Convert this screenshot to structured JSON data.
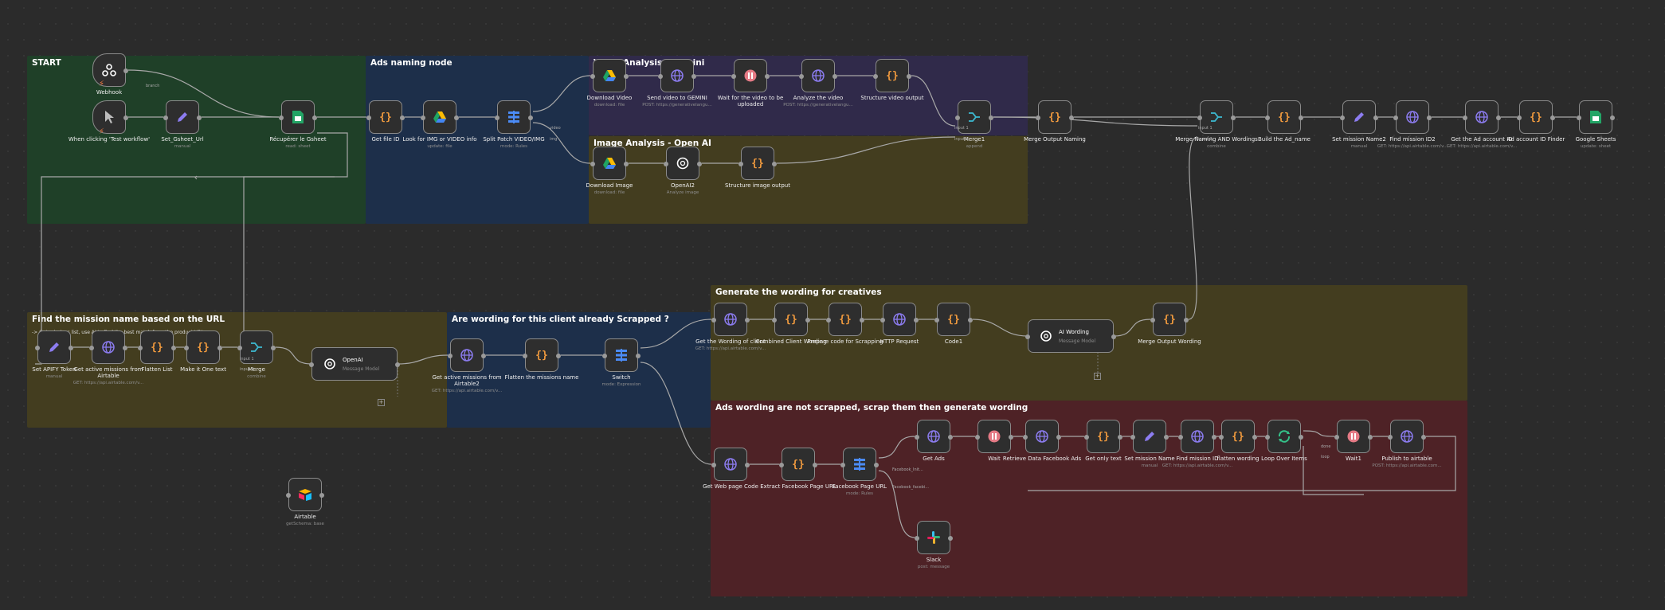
{
  "colors": {
    "stickyGreen": "#1f4028",
    "stickyBlue": "#1d2f4a",
    "stickyPurple": "#302a4a",
    "stickyOlive": "#433d1f",
    "stickyRed": "#4e2226",
    "wire": "#a8a8a8",
    "nodeBorder": "#8a8a8a"
  },
  "stickies": [
    {
      "title": "START",
      "sub": ""
    },
    {
      "title": "Ads naming node",
      "sub": ""
    },
    {
      "title": "Video Analysis - Gemini",
      "sub": ""
    },
    {
      "title": "Image Analysis - Open AI",
      "sub": ""
    },
    {
      "title": "Find the mission name based on the URL",
      "sub": "-> Get missions list, use AI to find the best match from the product URL"
    },
    {
      "title": "Are wording for this client already Scrapped ?",
      "sub": ""
    },
    {
      "title": "Generate the wording for creatives",
      "sub": ""
    },
    {
      "title": "Ads wording are not scrapped, scrap them then generate wording",
      "sub": ""
    }
  ],
  "nodes": [
    {
      "id": "webhook",
      "label": "Webhook",
      "sub": "",
      "icon": "webhook-icon"
    },
    {
      "id": "manual",
      "label": "When clicking 'Test workflow'",
      "sub": "",
      "icon": "cursor-icon"
    },
    {
      "id": "setgsheet",
      "label": "Set_Gsheet_Url",
      "sub": "manual",
      "icon": "pencil-icon"
    },
    {
      "id": "recup",
      "label": "Récupérer le Gsheet",
      "sub": "read: sheet",
      "icon": "sheets-icon"
    },
    {
      "id": "getfile",
      "label": "Get file ID",
      "sub": "",
      "icon": "code-icon"
    },
    {
      "id": "look",
      "label": "Look for IMG or VIDEO info",
      "sub": "update: file",
      "icon": "drive-icon"
    },
    {
      "id": "split",
      "label": "Split Patch VIDEO/IMG",
      "sub": "mode: Rules",
      "icon": "switch-icon"
    },
    {
      "id": "dlvideo",
      "label": "Download Video",
      "sub": "download: file",
      "icon": "drive-icon"
    },
    {
      "id": "sendvideo",
      "label": "Send video to GEMINI",
      "sub": "POST: https://generativelangu...",
      "icon": "globe-icon"
    },
    {
      "id": "waitvideo",
      "label": "Wait for the video to be uploaded",
      "sub": "",
      "icon": "pause-icon"
    },
    {
      "id": "analyze",
      "label": "Analyze the video",
      "sub": "POST: https://generativelangu...",
      "icon": "globe-icon"
    },
    {
      "id": "structvideo",
      "label": "Structure video output",
      "sub": "",
      "icon": "code-icon"
    },
    {
      "id": "dlimage",
      "label": "Download Image",
      "sub": "download: file",
      "icon": "drive-icon"
    },
    {
      "id": "openai2",
      "label": "OpenAI2",
      "sub": "Analyze image",
      "icon": "openai-icon"
    },
    {
      "id": "structimage",
      "label": "Structure image output",
      "sub": "",
      "icon": "code-icon"
    },
    {
      "id": "merge1",
      "label": "Merge1",
      "sub": "append",
      "icon": "merge-icon"
    },
    {
      "id": "mergeoutnaming",
      "label": "Merge Output Naming",
      "sub": "",
      "icon": "code-icon"
    },
    {
      "id": "mergenaming",
      "label": "Merge Naming AND Wordings",
      "sub": "combine",
      "icon": "merge-icon"
    },
    {
      "id": "buildad",
      "label": "Build the Ad_name",
      "sub": "",
      "icon": "code-icon"
    },
    {
      "id": "setmission2",
      "label": "Set mission Name2",
      "sub": "manual",
      "icon": "pencil-icon"
    },
    {
      "id": "findmission2",
      "label": "Find mission ID2",
      "sub": "GET: https://api.airtable.com/v...",
      "icon": "globe-icon"
    },
    {
      "id": "getadaccount",
      "label": "Get the Ad account ID",
      "sub": "GET: https://api.airtable.com/v...",
      "icon": "globe-icon"
    },
    {
      "id": "adaccountfinder",
      "label": "Ad account ID Finder",
      "sub": "",
      "icon": "code-icon"
    },
    {
      "id": "gsheets",
      "label": "Google Sheets",
      "sub": "update: sheet",
      "icon": "sheets-icon"
    },
    {
      "id": "apify",
      "label": "Set APIFY Token",
      "sub": "manual",
      "icon": "pencil-icon"
    },
    {
      "id": "getactive",
      "label": "Get active missions from Airtable",
      "sub": "GET: https://api.airtable.com/v...",
      "icon": "globe-icon"
    },
    {
      "id": "flatten",
      "label": "Flatten List",
      "sub": "",
      "icon": "code-icon"
    },
    {
      "id": "makeone",
      "label": "Make it One text",
      "sub": "",
      "icon": "code-icon"
    },
    {
      "id": "merge",
      "label": "Merge",
      "sub": "combine",
      "icon": "merge-icon"
    },
    {
      "id": "getactive2",
      "label": "Get active missions from Airtable2",
      "sub": "GET: https://api.airtable.com/v...",
      "icon": "globe-icon"
    },
    {
      "id": "flattenmission",
      "label": "Flatten the missions name",
      "sub": "",
      "icon": "code-icon"
    },
    {
      "id": "switch",
      "label": "Switch",
      "sub": "mode: Expression",
      "icon": "switch-icon"
    },
    {
      "id": "getwording",
      "label": "Get the Wording of client",
      "sub": "GET: https://api.airtable.com/v...",
      "icon": "globe-icon"
    },
    {
      "id": "combined",
      "label": "Combined Client Wording",
      "sub": "",
      "icon": "code-icon"
    },
    {
      "id": "prepare",
      "label": "Prepare code for Scrapping",
      "sub": "",
      "icon": "code-icon"
    },
    {
      "id": "http",
      "label": "HTTP Request",
      "sub": "",
      "icon": "globe-icon"
    },
    {
      "id": "code1",
      "label": "Code1",
      "sub": "",
      "icon": "code-icon"
    },
    {
      "id": "mergeoutwording",
      "label": "Merge Output Wording",
      "sub": "",
      "icon": "code-icon"
    },
    {
      "id": "getweb",
      "label": "Get Web page Code",
      "sub": "",
      "icon": "globe-icon"
    },
    {
      "id": "extractfb",
      "label": "Extract Facebook Page URL",
      "sub": "",
      "icon": "code-icon"
    },
    {
      "id": "fbpage",
      "label": "Facebook Page URL",
      "sub": "mode: Rules",
      "icon": "switch-icon"
    },
    {
      "id": "getads",
      "label": "Get Ads",
      "sub": "",
      "icon": "globe-icon"
    },
    {
      "id": "wait",
      "label": "Wait",
      "sub": "",
      "icon": "pause-icon"
    },
    {
      "id": "retrieve",
      "label": "Retrieve Data Facebook Ads",
      "sub": "",
      "icon": "globe-icon"
    },
    {
      "id": "getonly",
      "label": "Get only text",
      "sub": "",
      "icon": "code-icon"
    },
    {
      "id": "setmission",
      "label": "Set mission Name",
      "sub": "manual",
      "icon": "pencil-icon"
    },
    {
      "id": "findmission",
      "label": "Find mission ID",
      "sub": "GET: https://api.airtable.com/v...",
      "icon": "globe-icon"
    },
    {
      "id": "flattenwording",
      "label": "flatten wording",
      "sub": "",
      "icon": "code-icon"
    },
    {
      "id": "loop",
      "label": "Loop Over Items",
      "sub": "",
      "icon": "loop-icon"
    },
    {
      "id": "wait1",
      "label": "Wait1",
      "sub": "",
      "icon": "pause-icon"
    },
    {
      "id": "publish",
      "label": "Publish to airtable",
      "sub": "POST: https://api.airtable.com...",
      "icon": "globe-icon"
    },
    {
      "id": "slack",
      "label": "Slack",
      "sub": "post: message",
      "icon": "slack-icon"
    },
    {
      "id": "airtable",
      "label": "Airtable",
      "sub": "getSchema: base",
      "icon": "airtable-icon"
    }
  ],
  "wideNodes": [
    {
      "id": "openai",
      "title": "OpenAI",
      "sub": "Message Model"
    },
    {
      "id": "aiwording",
      "title": "AI Wording",
      "sub": "Message Model"
    }
  ],
  "portLabels": {
    "webhookBranch": "branch",
    "splitVideo": "video",
    "splitImage": "img",
    "merge1In1": "input 1",
    "merge1In2": "input 2",
    "mergeNamingIn1": "input 1",
    "mergeNamingIn2": "input 2",
    "mergeIn1": "input 1",
    "mergeIn2": "input 2",
    "fbNotInit": "Facebook_Init...",
    "fbFound": "Facebook_facebi...",
    "loopDone": "done",
    "loopLoop": "loop"
  }
}
